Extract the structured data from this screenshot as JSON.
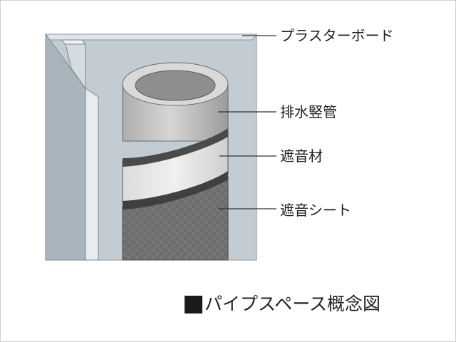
{
  "labels": [
    {
      "key": "plasterboard",
      "text": "プラスターボード"
    },
    {
      "key": "drain-pipe",
      "text": "排水竪管"
    },
    {
      "key": "sound-insulation",
      "text": "遮音材"
    },
    {
      "key": "sound-sheet",
      "text": "遮音シート"
    }
  ],
  "caption": {
    "text": "パイプスペース概念図"
  },
  "colors": {
    "board_face": "#c4cdd4",
    "board_edge": "#9aa3ab",
    "pipe_body": "#c8c8c8",
    "pipe_inner": "#8e8e8e",
    "insulation": "#e4e4e4",
    "sheet": "#6f6f6f",
    "band": "#4a4a4a",
    "leader": "#333333"
  }
}
